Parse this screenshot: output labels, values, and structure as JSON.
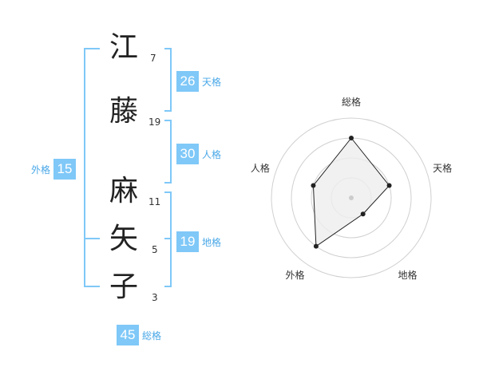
{
  "name_chars": [
    {
      "char": "江",
      "strokes": "7"
    },
    {
      "char": "藤",
      "strokes": "19"
    },
    {
      "char": "麻",
      "strokes": "11"
    },
    {
      "char": "矢",
      "strokes": "5"
    },
    {
      "char": "子",
      "strokes": "3"
    }
  ],
  "fortunes": {
    "tenkaku": {
      "value": "26",
      "label": "天格"
    },
    "jinkaku": {
      "value": "30",
      "label": "人格"
    },
    "chikaku": {
      "value": "19",
      "label": "地格"
    },
    "gaikaku": {
      "value": "15",
      "label": "外格"
    },
    "soukaku": {
      "value": "45",
      "label": "総格"
    }
  },
  "colors": {
    "accent": "#7fc8f8",
    "accent_text": "#4aa8e8",
    "radar_fill": "#eeeeee",
    "radar_line": "#222222"
  },
  "chart_data": {
    "type": "radar",
    "axes": [
      "総格",
      "天格",
      "地格",
      "外格",
      "人格"
    ],
    "values": [
      3,
      2,
      1,
      3,
      2
    ],
    "max": 4,
    "rings": 4
  }
}
